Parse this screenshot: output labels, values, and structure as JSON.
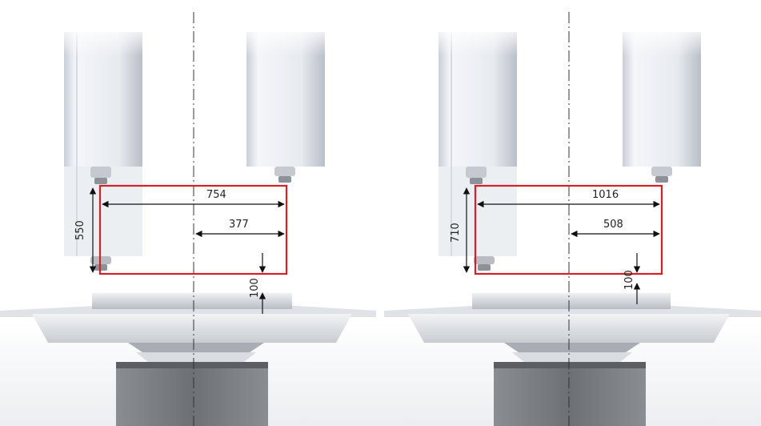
{
  "panels": [
    {
      "id": "left",
      "labels": {
        "width_total": "754",
        "width_half": "377",
        "height": "550",
        "clearance": "100"
      }
    },
    {
      "id": "right",
      "labels": {
        "width_total": "1016",
        "width_half": "508",
        "height": "710",
        "clearance": "100"
      }
    }
  ],
  "colors": {
    "work_envelope": "#d61f26",
    "dimension_line": "#111111",
    "centerline": "#333333",
    "spindle_body": "#e6e9ee",
    "table": "#c9ccd1",
    "base": "#6f7277"
  }
}
